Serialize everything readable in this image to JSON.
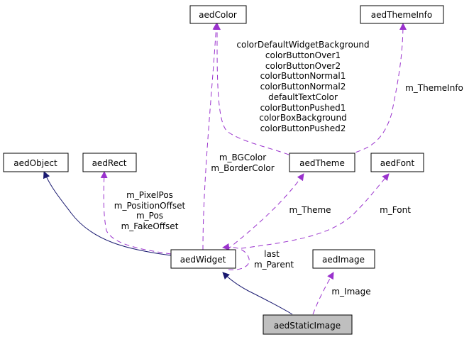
{
  "diagram": {
    "title": "aedStaticImage collaboration diagram",
    "colors": {
      "inheritance": "#191970",
      "usage": "#9a32cd",
      "highlight_fill": "#bfbfbf",
      "node_border": "#000000"
    },
    "nodes": [
      {
        "id": "aedColor",
        "label": "aedColor"
      },
      {
        "id": "aedThemeInfo",
        "label": "aedThemeInfo"
      },
      {
        "id": "aedObject",
        "label": "aedObject"
      },
      {
        "id": "aedRect",
        "label": "aedRect"
      },
      {
        "id": "aedTheme",
        "label": "aedTheme"
      },
      {
        "id": "aedFont",
        "label": "aedFont"
      },
      {
        "id": "aedWidget",
        "label": "aedWidget"
      },
      {
        "id": "aedImage",
        "label": "aedImage"
      },
      {
        "id": "aedStaticImage",
        "label": "aedStaticImage",
        "highlighted": true
      }
    ],
    "edges": [
      {
        "from": "aedTheme",
        "to": "aedColor",
        "type": "usage",
        "labels": [
          "colorDefaultWidgetBackground",
          "colorButtonOver1",
          "colorButtonOver2",
          "colorButtonNormal1",
          "colorButtonNormal2",
          "defaultTextColor",
          "colorButtonPushed1",
          "colorBoxBackground",
          "colorButtonPushed2"
        ]
      },
      {
        "from": "aedTheme",
        "to": "aedThemeInfo",
        "type": "usage",
        "labels": [
          "m_ThemeInfo"
        ]
      },
      {
        "from": "aedWidget",
        "to": "aedObject",
        "type": "inheritance",
        "labels": []
      },
      {
        "from": "aedWidget",
        "to": "aedRect",
        "type": "usage",
        "labels": [
          "m_PixelPos",
          "m_PositionOffset",
          "m_Pos",
          "m_FakeOffset"
        ]
      },
      {
        "from": "aedWidget",
        "to": "aedColor",
        "type": "usage",
        "labels": [
          "m_BGColor",
          "m_BorderColor"
        ]
      },
      {
        "from": "aedWidget",
        "to": "aedTheme",
        "type": "usage",
        "labels": [
          "m_Theme"
        ]
      },
      {
        "from": "aedWidget",
        "to": "aedFont",
        "type": "usage",
        "labels": [
          "m_Font"
        ]
      },
      {
        "from": "aedWidget",
        "to": "aedWidget",
        "type": "usage",
        "labels": [
          "last",
          "m_Parent"
        ]
      },
      {
        "from": "aedStaticImage",
        "to": "aedWidget",
        "type": "inheritance",
        "labels": []
      },
      {
        "from": "aedStaticImage",
        "to": "aedImage",
        "type": "usage",
        "labels": [
          "m_Image"
        ]
      }
    ]
  }
}
